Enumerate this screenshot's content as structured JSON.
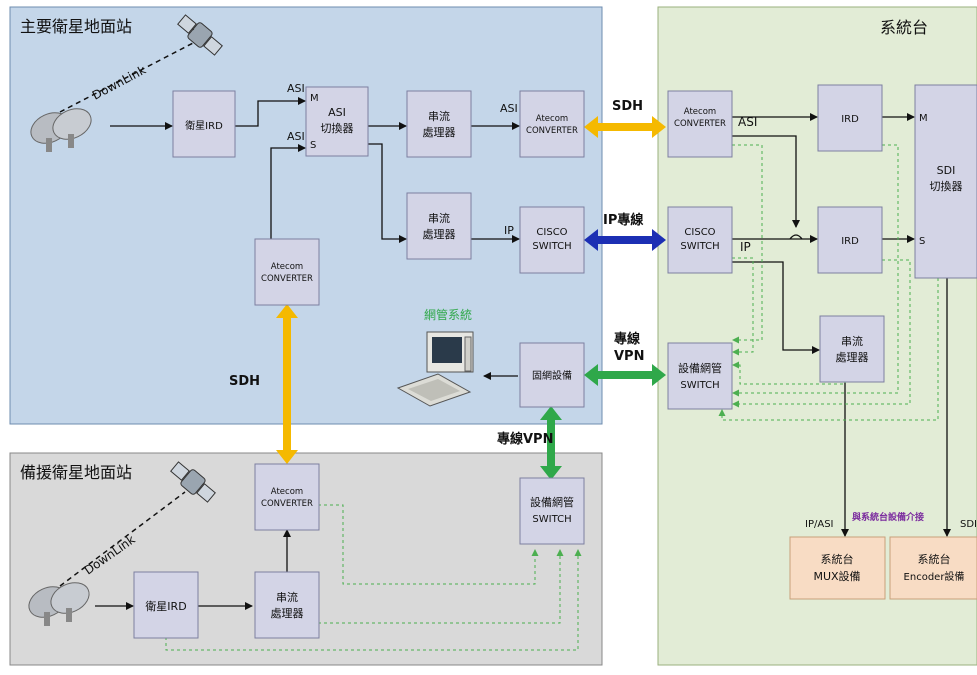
{
  "regions": {
    "main_station": "主要衛星地面站",
    "backup_station": "備援衛星地面站",
    "system_room": "系統台"
  },
  "devices": {
    "ird_main": "衛星IRD",
    "asi_switch": "ASI\n切換器",
    "streamer_1": "串流\n處理器",
    "streamer_2": "串流\n處理器",
    "atecom_main": "Atecom\nCONVERTER",
    "cisco_main": "CISCO\nSWITCH",
    "atecom_mid": "Atecom\nCONVERTER",
    "fw": "固網設備",
    "nms": "網管系統",
    "atecom_backup": "Atecom\nCONVERTER",
    "mgmt_switch_backup": "設備網管\nSWITCH",
    "ird_backup": "衛星IRD",
    "streamer_backup": "串流\n處理器",
    "atecom_sys": "Atecom\nCONVERTER",
    "cisco_sys": "CISCO\nSWITCH",
    "mgmt_switch_sys": "設備網管\nSWITCH",
    "ird_sys_1": "IRD",
    "ird_sys_2": "IRD",
    "streamer_sys": "串流\n處理器",
    "sdi_switch": "SDI\n切換器",
    "mux": "系統台\nMUX設備",
    "encoder": "系統台\nEncoder設備"
  },
  "labels": {
    "downlink": "DownLink",
    "asi": "ASI",
    "m": "M",
    "s": "S",
    "ip": "IP",
    "sdh": "SDH",
    "ip_line": "IP專線",
    "vpn_line_1": "專線",
    "vpn_line_2": "VPN",
    "vpn_vertical": "專線VPN",
    "ip_asi": "IP/ASI",
    "sdi": "SDI",
    "interface": "與系統台設備介接"
  },
  "colors": {
    "main_bg": "#c4d6e9",
    "backup_bg": "#d9d9d9",
    "system_bg": "#e2ecd6",
    "box_fill": "#d3d4e6",
    "sdh": "#f5b900",
    "ip_line": "#1c2fb4",
    "vpn": "#2fa84a",
    "dashed": "#4caf50",
    "mux_fill": "#f8dcc4",
    "interface_text": "#7a2a9e"
  }
}
